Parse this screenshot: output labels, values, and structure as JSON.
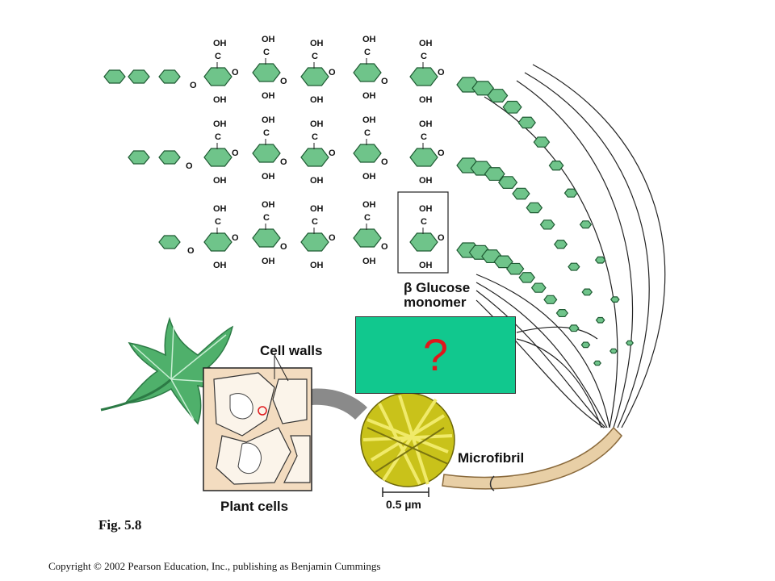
{
  "labels": {
    "glucose_line1": "β Glucose",
    "glucose_line2": "monomer",
    "cell_walls": "Cell walls",
    "microfibril": "Microfibril",
    "plant_cells": "Plant cells",
    "scale": "0.5 µm",
    "question": "?",
    "figure": "Fig. 5.8",
    "copyright": "Copyright © 2002 Pearson Education, Inc., publishing as Benjamin Cummings"
  },
  "atoms": {
    "oh": "OH",
    "c": "C",
    "o": "O"
  },
  "colors": {
    "ring": "#6fc48a",
    "ring_stroke": "#1f5a33",
    "question_box": "#11c88e",
    "question_mark": "#e0171b",
    "leaf": "#4fb06b",
    "cell_wall": "#f3dcc0",
    "micrograph": "#c9c21a"
  },
  "icons": {
    "leaf": "leaf-icon",
    "micrograph": "micrograph-image"
  }
}
